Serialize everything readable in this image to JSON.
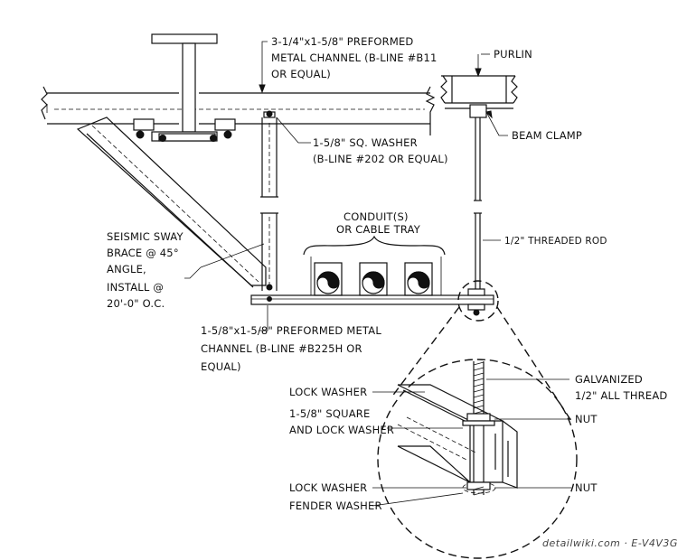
{
  "labels": {
    "top_channel": [
      "3-1/4\"x1-5/8\" PREFORMED",
      "METAL CHANNEL (B-LINE #B11",
      "OR EQUAL)"
    ],
    "purlin": "PURLIN",
    "beam_clamp": "BEAM CLAMP",
    "sq_washer": [
      "1-5/8\" SQ. WASHER",
      "(B-LINE #202 OR EQUAL)"
    ],
    "conduit": [
      "CONDUIT(S)",
      "OR CABLE TRAY"
    ],
    "threaded_rod": "1/2\" THREADED ROD",
    "sway_brace": [
      "SEISMIC SWAY",
      "BRACE @ 45°",
      "ANGLE,",
      "INSTALL @",
      "20'-0\" O.C."
    ],
    "bottom_channel": [
      "1-5/8\"x1-5/8\" PREFORMED METAL",
      "CHANNEL (B-LINE #B225H OR",
      "EQUAL)"
    ],
    "lock_washer_top": "LOCK WASHER",
    "square_lock_washer": [
      "1-5/8\" SQUARE",
      "AND LOCK WASHER"
    ],
    "lock_washer_bottom": "LOCK WASHER",
    "fender_washer": "FENDER WASHER",
    "galvanized": [
      "GALVANIZED",
      "1/2\" ALL THREAD"
    ],
    "nut_top": "NUT",
    "nut_bottom": "NUT"
  },
  "watermark": "detailwiki.com · E-V4V3G"
}
